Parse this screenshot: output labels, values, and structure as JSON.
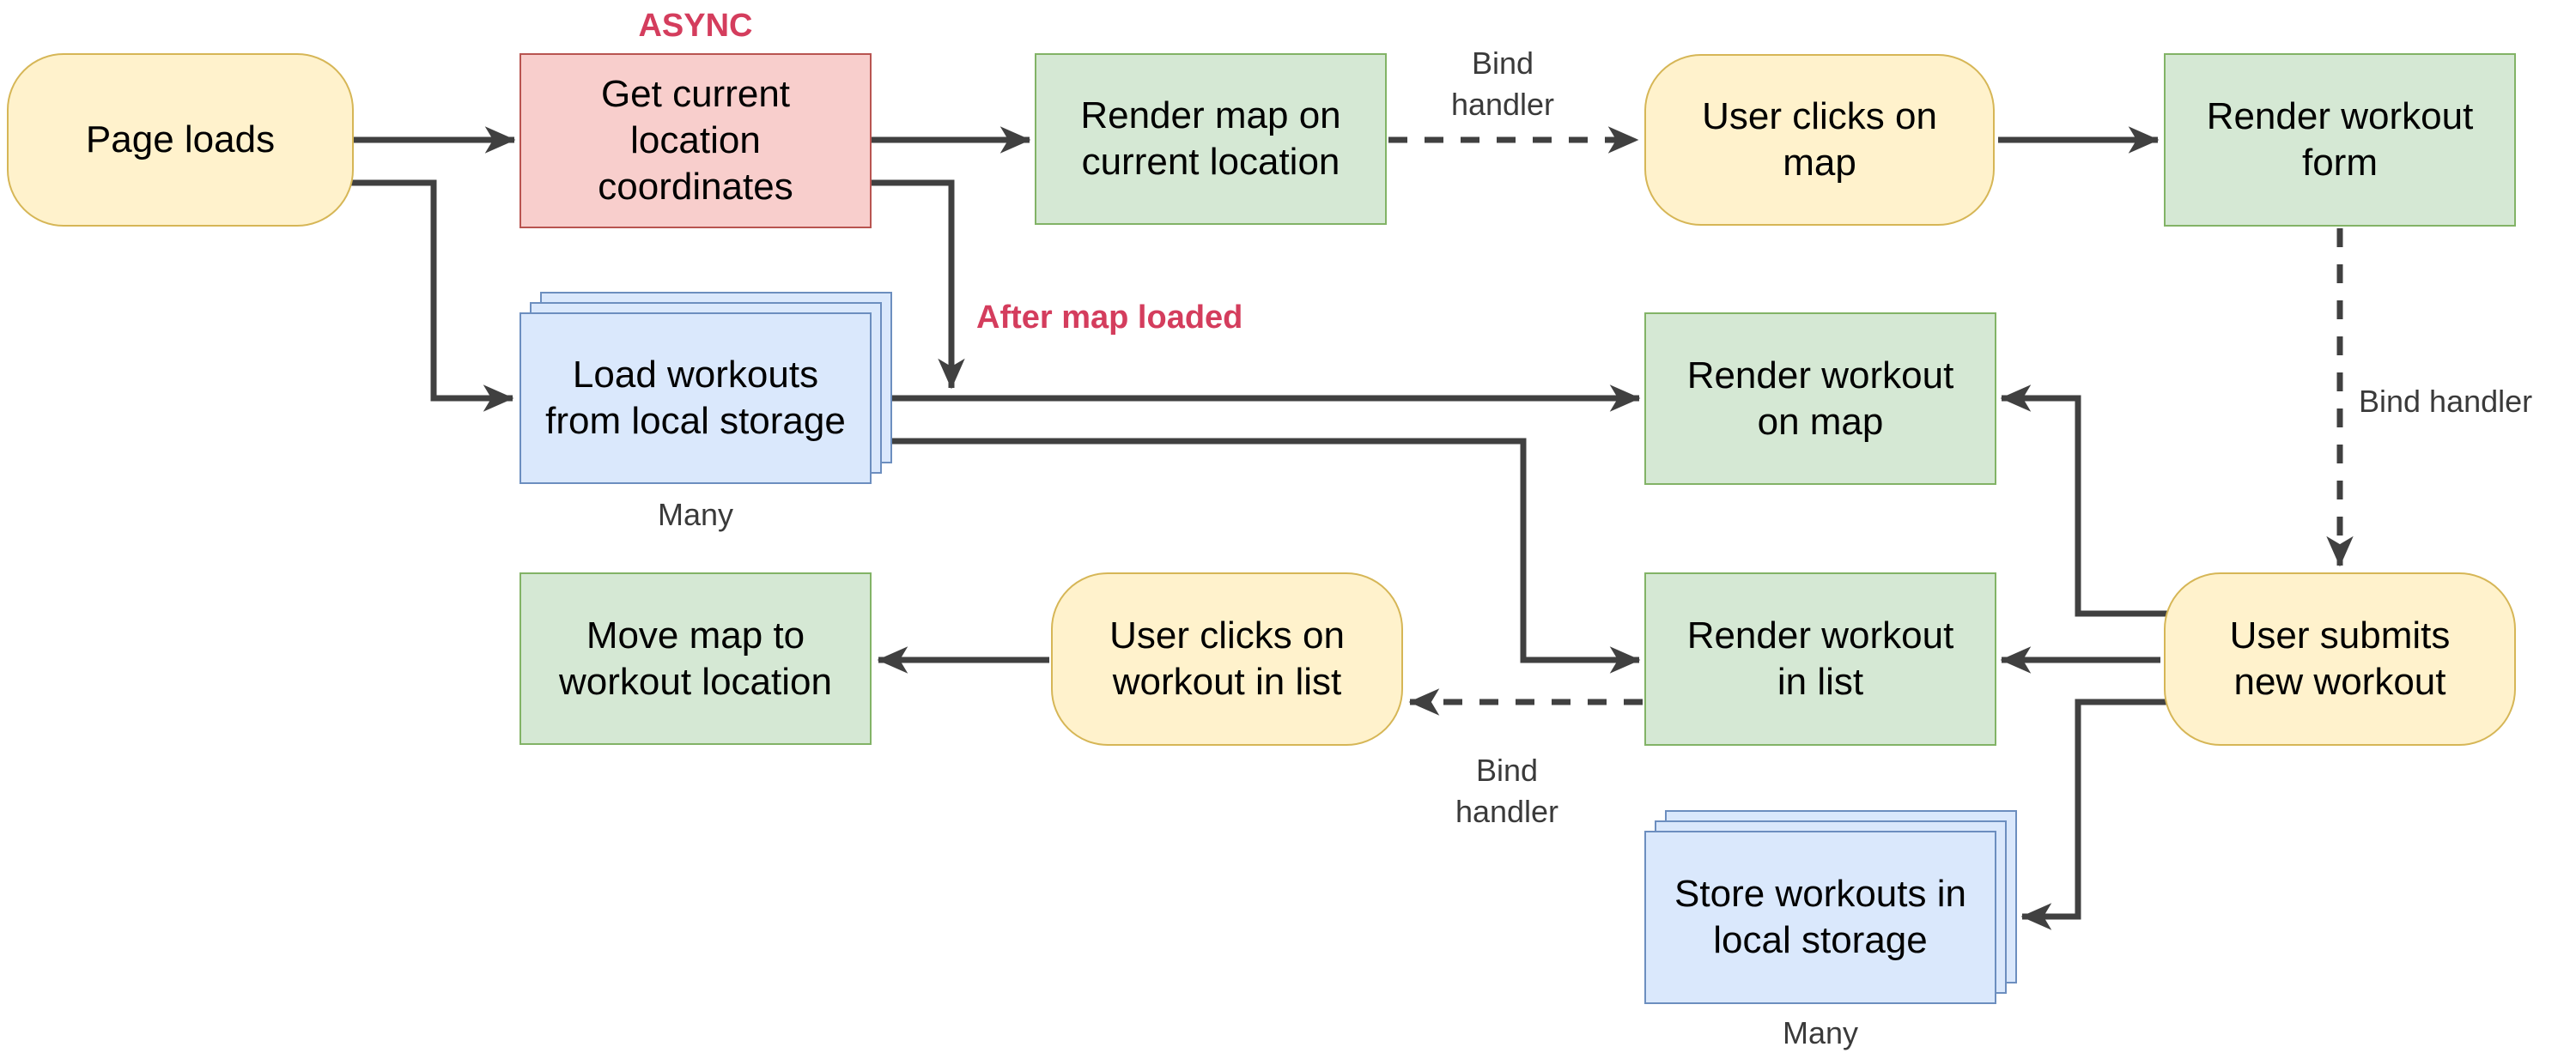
{
  "diagram_title": "Workout app architecture flowchart",
  "palette": {
    "yellow_fill": "#fff2cc",
    "yellow_border": "#d6b656",
    "red_fill": "#f8cecc",
    "red_border": "#b85450",
    "green_fill": "#d5e8d4",
    "green_border": "#82b366",
    "blue_fill": "#dae8fc",
    "blue_border": "#6c8ebf",
    "arrow": "#404040",
    "label_gray": "#3a3a3a",
    "label_red": "#d43d5d",
    "node_text": "#000000",
    "background": "#ffffff"
  },
  "nodes": {
    "page_loads": {
      "label": "Page loads",
      "shape": "pill"
    },
    "get_location": {
      "label": "Get current\nlocation\ncoordinates",
      "shape": "rect-red"
    },
    "render_map": {
      "label": "Render map on\ncurrent location",
      "shape": "rect-green"
    },
    "user_clicks_map": {
      "label": "User clicks on\nmap",
      "shape": "pill"
    },
    "render_form": {
      "label": "Render workout\nform",
      "shape": "rect-green"
    },
    "load_workouts": {
      "label": "Load workouts\nfrom local storage",
      "shape": "blue-stack"
    },
    "render_on_map": {
      "label": "Render workout\non map",
      "shape": "rect-green"
    },
    "move_map": {
      "label": "Move map to\nworkout location",
      "shape": "rect-green"
    },
    "user_clicks_list": {
      "label": "User clicks on\nworkout in list",
      "shape": "pill"
    },
    "render_in_list": {
      "label": "Render workout\nin list",
      "shape": "rect-green"
    },
    "user_submits": {
      "label": "User submits\nnew workout",
      "shape": "pill"
    },
    "store_workouts": {
      "label": "Store workouts in\nlocal storage",
      "shape": "blue-stack"
    }
  },
  "annotations": {
    "async": "ASYNC",
    "after_map_loaded": "After map loaded",
    "bind_handler_map": "Bind\nhandler",
    "bind_handler_form": "Bind handler",
    "bind_handler_list": "Bind\nhandler",
    "many_load": "Many",
    "many_store": "Many"
  },
  "edges": [
    {
      "from": "page_loads",
      "to": "get_location",
      "style": "solid"
    },
    {
      "from": "page_loads",
      "to": "load_workouts",
      "style": "solid"
    },
    {
      "from": "get_location",
      "to": "render_map",
      "style": "solid"
    },
    {
      "from": "get_location",
      "to": "render_on_map_flow",
      "style": "solid",
      "note": "After map loaded"
    },
    {
      "from": "load_workouts",
      "to": "render_on_map",
      "style": "solid"
    },
    {
      "from": "load_workouts",
      "to": "render_in_list",
      "style": "solid"
    },
    {
      "from": "render_map",
      "to": "user_clicks_map",
      "style": "dashed",
      "note": "Bind handler"
    },
    {
      "from": "user_clicks_map",
      "to": "render_form",
      "style": "solid"
    },
    {
      "from": "render_form",
      "to": "user_submits",
      "style": "dashed",
      "note": "Bind handler"
    },
    {
      "from": "render_in_list",
      "to": "user_clicks_list",
      "style": "dashed",
      "note": "Bind handler"
    },
    {
      "from": "user_clicks_list",
      "to": "move_map",
      "style": "solid"
    },
    {
      "from": "user_submits",
      "to": "render_on_map",
      "style": "solid"
    },
    {
      "from": "user_submits",
      "to": "render_in_list",
      "style": "solid"
    },
    {
      "from": "user_submits",
      "to": "store_workouts",
      "style": "solid"
    }
  ]
}
